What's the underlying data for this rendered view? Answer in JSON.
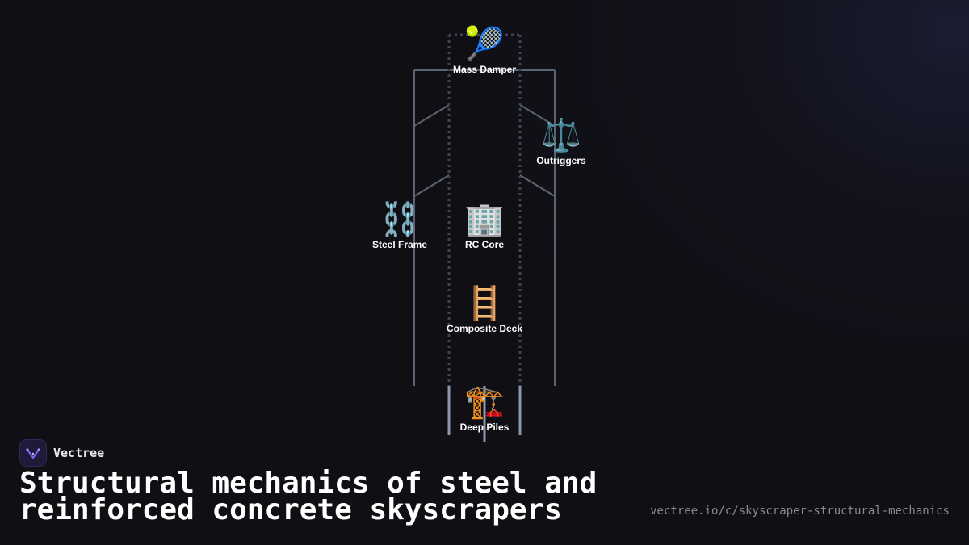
{
  "diagram": {
    "nodes": [
      {
        "id": "mass-damper",
        "label": "Mass Damper",
        "icon": "tennis-racket-icon",
        "glyph": "🎾"
      },
      {
        "id": "outriggers",
        "label": "Outriggers",
        "icon": "balance-scale-icon",
        "glyph": "⚖️"
      },
      {
        "id": "steel-frame",
        "label": "Steel Frame",
        "icon": "chain-icon",
        "glyph": "⛓️"
      },
      {
        "id": "rc-core",
        "label": "RC Core",
        "icon": "office-building-icon",
        "glyph": "🏢"
      },
      {
        "id": "composite-deck",
        "label": "Composite Deck",
        "icon": "ladder-icon",
        "glyph": "🪜"
      },
      {
        "id": "deep-piles",
        "label": "Deep Piles",
        "icon": "construction-crane-icon",
        "glyph": "🏗️"
      }
    ],
    "colors": {
      "frame_line": "#5b6475",
      "core_dots": "#3c4456",
      "pile": "#8e98aa"
    }
  },
  "brand": {
    "name": "Vectree",
    "logo_icon": "vectree-logo-icon",
    "logo_color": "#8b5cf6"
  },
  "title": "Structural mechanics of steel and reinforced concrete skyscrapers",
  "url": "vectree.io/c/skyscraper-structural-mechanics"
}
